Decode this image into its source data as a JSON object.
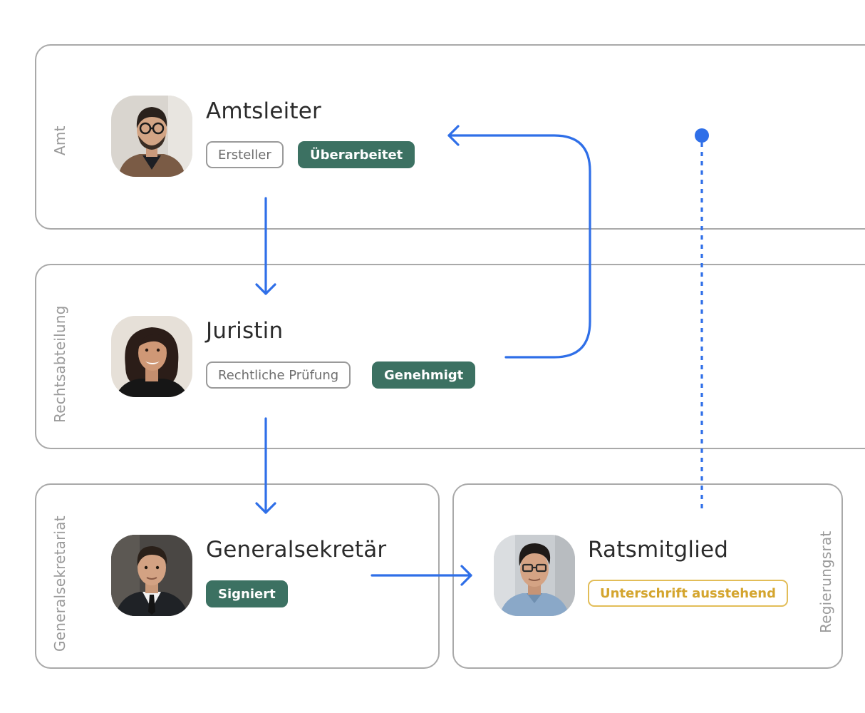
{
  "lanes": {
    "amt": "Amt",
    "rechtsabteilung": "Rechtsabteilung",
    "generalsekretariat": "Generalsekretariat",
    "regierungsrat": "Regierungsrat"
  },
  "people": {
    "amtsleiter": {
      "name": "Amtsleiter",
      "role": "Ersteller",
      "status": "Überarbeitet"
    },
    "juristin": {
      "name": "Juristin",
      "role": "Rechtliche Prüfung",
      "status": "Genehmigt"
    },
    "generalsekretaer": {
      "name": "Generalsekretär",
      "status": "Signiert"
    },
    "ratsmitglied": {
      "name": "Ratsmitglied",
      "status": "Unterschrift ausstehend"
    }
  },
  "colors": {
    "arrow": "#2f6fe8",
    "status_done": "#3c7162",
    "status_pending": "#e2bd58",
    "lane_border": "#a9a9a9"
  }
}
